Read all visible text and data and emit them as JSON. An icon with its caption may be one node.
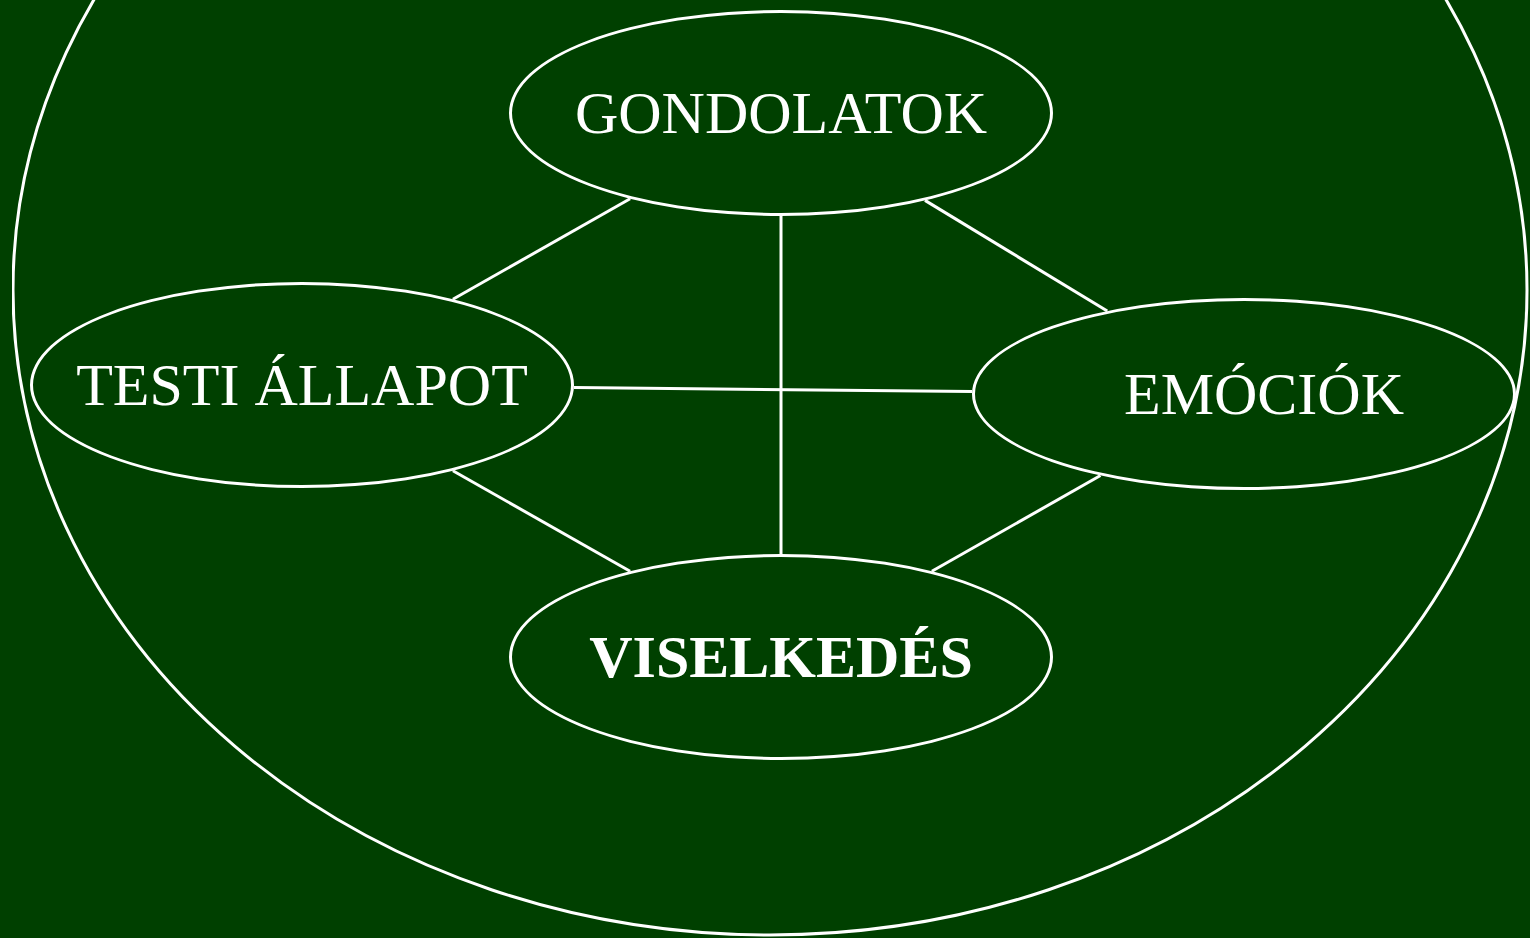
{
  "diagram": {
    "nodes": [
      {
        "text": [],
        "shape": "circle"
      },
      {
        "text": [
          "GONDOLATOK"
        ],
        "in": 0
      },
      {
        "text": [
          "TESTI ÁLLAPOT"
        ],
        "in": 0
      },
      {
        "text": [
          "EMÓCIÓK"
        ],
        "in": 0
      },
      {
        "text": [
          "VISELKEDÉS"
        ],
        "in": 0
      }
    ],
    "edges": [
      {
        "from": 1,
        "to": 2,
        "arrow": "none"
      },
      {
        "from": 1,
        "to": 3,
        "arrow": "none"
      },
      {
        "from": 1,
        "to": 4,
        "arrow": "none"
      },
      {
        "from": 2,
        "to": 3,
        "arrow": "none"
      },
      {
        "from": 2,
        "to": 4,
        "arrow": "none"
      },
      {
        "from": 3,
        "to": 4,
        "arrow": "none"
      }
    ]
  }
}
